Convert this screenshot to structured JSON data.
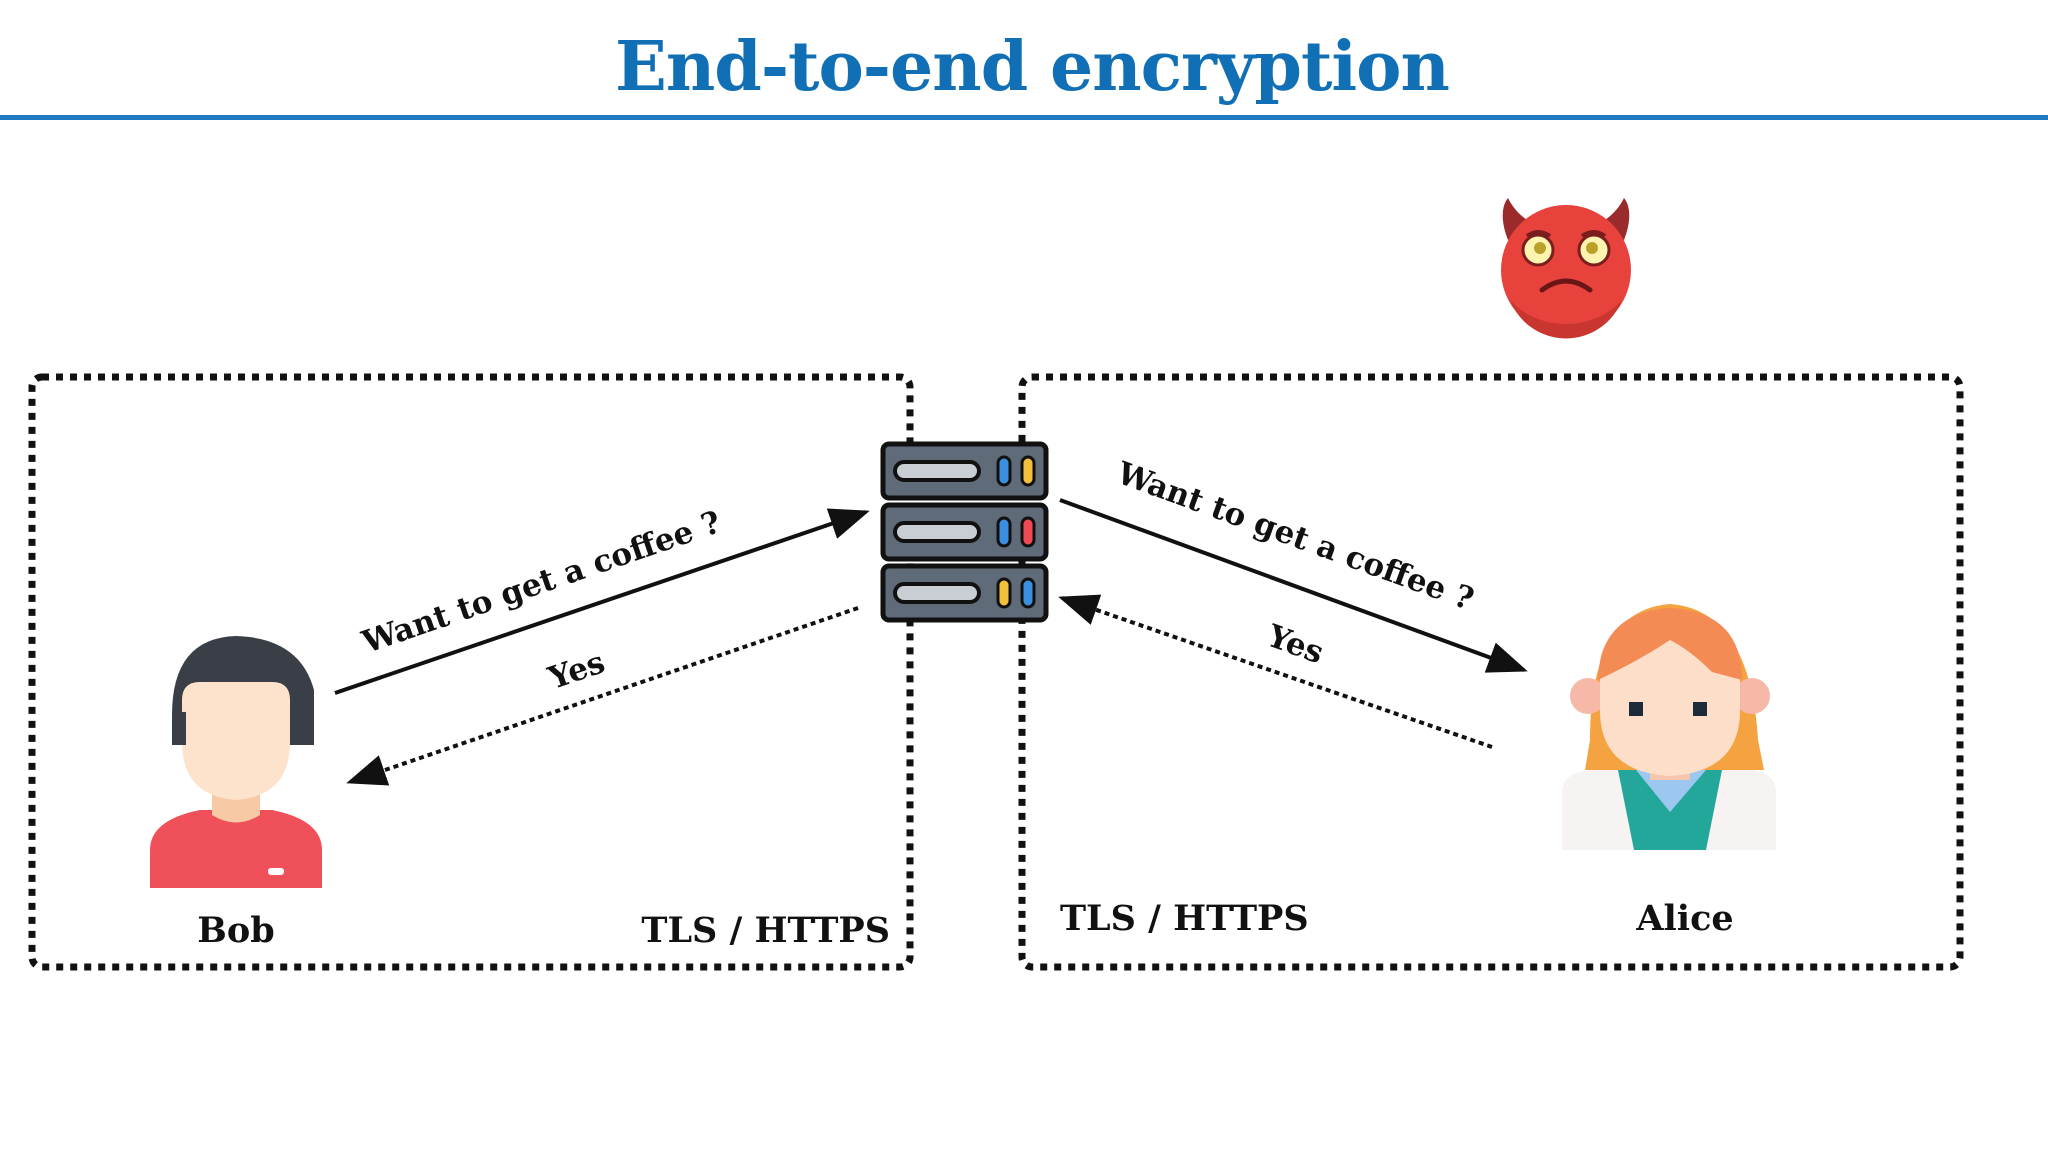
{
  "title": "End-to-end encryption",
  "left_zone": {
    "label": "TLS / HTTPS"
  },
  "right_zone": {
    "label": "TLS / HTTPS"
  },
  "bob": {
    "name": "Bob"
  },
  "alice": {
    "name": "Alice"
  },
  "messages": {
    "bob_to_server": "Want to get a coffee ?",
    "server_to_bob": "Yes",
    "server_to_alice": "Want to get a coffee ?",
    "alice_to_server": "Yes"
  },
  "icons": {
    "bob": "man-avatar-icon",
    "alice": "woman-avatar-icon",
    "server": "server-rack-icon",
    "attacker": "devil-face-icon"
  },
  "colors": {
    "title": "#1170b5",
    "rule": "#1f7ac2",
    "devil": "#e7433c",
    "bob_shirt": "#f0505a",
    "server": "#5f6b78"
  }
}
